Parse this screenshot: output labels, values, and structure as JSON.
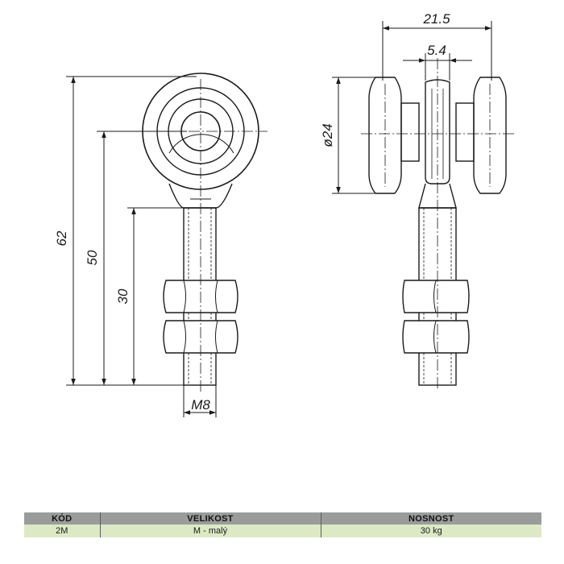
{
  "drawing": {
    "dimensions": {
      "overall_length": "62",
      "pin_length": "50",
      "thread_length": "30",
      "thread": "M8",
      "overall_width": "21.5",
      "center_width": "5.4",
      "wheel_diameter": "ø24"
    },
    "line_color": "#1a1a1a"
  },
  "table": {
    "headers": [
      "KÓD",
      "VELIKOST",
      "NOSNOST"
    ],
    "rows": [
      [
        "2M",
        "M - malý",
        "30 kg"
      ]
    ],
    "header_color": "#9a9c9c",
    "row_color": "#dde9c5"
  }
}
